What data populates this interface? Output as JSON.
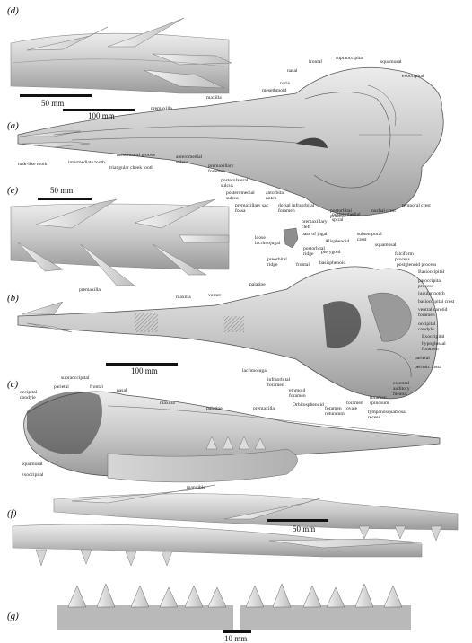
{
  "figure": {
    "panels": {
      "a": "(a)",
      "b": "(b)",
      "c": "(c)",
      "d": "(d)",
      "e": "(e)",
      "f": "(f)",
      "g": "(g)"
    },
    "scale_bars": {
      "d": "50 mm",
      "a": "100 mm",
      "e": "50 mm",
      "b": "100 mm",
      "f": "50 mm",
      "g": "10 mm"
    },
    "labels_a": {
      "nasal": "nasal",
      "frontal": "frontal",
      "supraoccipital": "supraoccipital",
      "squamosal": "squamosal",
      "exoccipital": "exoccipital",
      "naris": "naris",
      "mesethmoid": "mesethmoid",
      "maxilla": "maxilla",
      "premaxilla": "premaxilla",
      "tusk_like_tooth": "tusk-like tooth",
      "intermediate_tooth": "intermediate tooth",
      "mesorostral_groove": "mesorostral groove",
      "triangular_cheek_tooth": "triangular cheek tooth",
      "anteromedial_sulcus": "anteromedial sulcus",
      "premaxillary_foramen": "premaxillary foramen",
      "posterolateral_sulcus": "posterolateral sulcus",
      "posteromedial_sulcus": "posteromedial sulcus",
      "premaxillary_sac_fossa": "premaxillary sac fossa",
      "antorbital_notch": "antorbital notch",
      "dorsal_infraorbital_foramen": "dorsal infraorbital foramen",
      "postorbital_process": "postorbital process",
      "nuchal_crest": "nuchal crest",
      "temporal_crest": "temporal crest"
    },
    "labels_b": {
      "premaxilla": "premaxilla",
      "maxilla": "maxilla",
      "vomer": "vomer",
      "palatine": "palatine",
      "loose_lacrimojugal": "loose lacrimojugal",
      "base_of_jugal": "base of jugal",
      "postorbital_ridge": "postorbital ridge",
      "preorbital_ridge": "preorbital ridge",
      "frontal": "frontal",
      "pterygoid": "pterygoid",
      "basisphenoid": "basisphenoid",
      "alisphenoid": "Alisphenoid",
      "subtemporal_crest": "subtemporal crest",
      "squamosal": "squamosal",
      "falciform_process": "falciform process",
      "postglenoid_process": "postglenoid process",
      "basioccipital": "Basioccipital",
      "paroccipital_process": "paroccipital process",
      "jugular_notch": "jugular notch",
      "basioccipital_crest": "basioccipital crest",
      "ventral_carotid_foramen": "ventral carotid foramen",
      "occipital_condyle": "occipital condyle",
      "exoccipital": "Exoccipital",
      "hypoglossal_foramen": "hypoglossal foramen",
      "parietal": "parietal",
      "periotic_fossa": "periotic fossa",
      "external_auditory_meatus": "external auditory meatus",
      "foramen_spinosum": "foramen spinosum",
      "tympanosquamosal_recess": "tympanosquamosal recess",
      "foramen_ovale": "foramen ovale",
      "foramen_rotundum": "foramen rotundum",
      "orbitosphenoid": "Orbitosphenoid",
      "ethmoid_foramen": "ethmoid foramen",
      "infraorbital_foramen": "infraorbital foramen",
      "lacrimojugal": "lacrimojugal",
      "premaxillary_cleft": "premaxillary cleft",
      "posteromedial_spiral": "posteromedial spiral"
    },
    "labels_c": {
      "supraoccipital": "supraoccipital",
      "parietal": "parietal",
      "frontal": "frontal",
      "nasal": "nasal",
      "maxilla": "maxilla",
      "palatine": "palatine",
      "premaxilla": "premaxilla",
      "occipital_condyle": "occipital condyle",
      "squamosal": "squamosal",
      "exoccipital": "exoccipital",
      "mandible": "mandible"
    },
    "colors": {
      "bone_light": "#d9d9d9",
      "bone_mid": "#b4b4b4",
      "bone_dark": "#6e6e6e",
      "ink": "#111111"
    }
  }
}
